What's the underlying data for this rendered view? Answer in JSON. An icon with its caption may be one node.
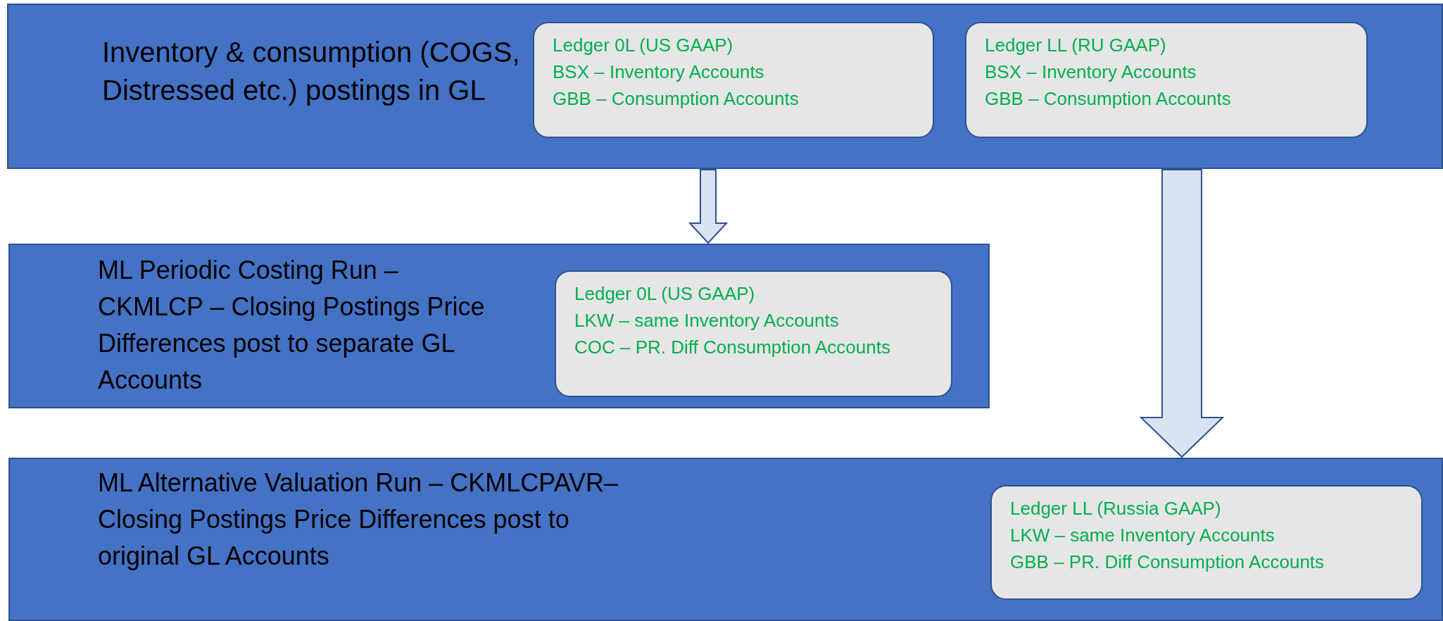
{
  "diagram": {
    "nodes": [
      {
        "text": [
          "Inventory & consumption (COGS, Distressed etc.) postings in GL"
        ]
      },
      {
        "text": [
          "Ledger 0L (US GAAP)",
          "BSX – Inventory Accounts",
          "GBB – Consumption Accounts"
        ],
        "in": 0
      },
      {
        "text": [
          "Ledger LL (RU GAAP)",
          "BSX – Inventory Accounts",
          "GBB – Consumption Accounts"
        ],
        "in": 0
      },
      {
        "text": [
          "ML Periodic Costing Run – CKMLCP – Closing Postings Price Differences post to separate GL Accounts"
        ]
      },
      {
        "text": [
          "Ledger 0L (US GAAP)",
          "LKW – same Inventory Accounts",
          "COC – PR. Diff Consumption Accounts"
        ],
        "in": 3
      },
      {
        "text": [
          "ML Alternative Valuation Run – CKMLCPAVR– Closing Postings Price Differences post to original GL Accounts"
        ]
      },
      {
        "text": [
          "Ledger LL (Russia  GAAP)",
          "LKW –  same Inventory Accounts",
          "GBB – PR. Diff Consumption Accounts"
        ],
        "in": 5
      }
    ],
    "edges": [
      {
        "from": 0,
        "to": 3,
        "arrow": "to"
      },
      {
        "from": 0,
        "to": 5,
        "arrow": "to",
        "style": "thick"
      }
    ]
  }
}
